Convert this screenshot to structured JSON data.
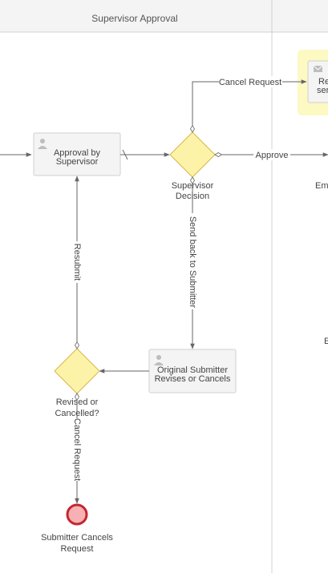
{
  "lanes": {
    "supervisor_title": "Supervisor Approval"
  },
  "tasks": {
    "approval": {
      "line1": "Approval by",
      "line2": "Supervisor"
    },
    "resubmit_task": {
      "line1": "Original Submitter",
      "line2": "Revises or Cancels"
    },
    "notify_partial": {
      "line1": "Re",
      "line2": "ser"
    }
  },
  "gateways": {
    "decision": {
      "line1": "Supervisor",
      "line2": "Decision"
    },
    "revised": {
      "line1": "Revised or",
      "line2": "Cancelled?"
    }
  },
  "events": {
    "end_cancel": {
      "line1": "Submitter Cancels",
      "line2": "Request"
    }
  },
  "flows": {
    "cancel_request_top": "Cancel Request",
    "approve": "Approve",
    "send_back": "Send back to Submitter",
    "resubmit": "Resubmit",
    "cancel_request_bottom": "Cancel Request"
  },
  "partial_text": {
    "em": "Em",
    "e": "E"
  },
  "colors": {
    "lane_header_bg": "#f4f4f4",
    "lane_border": "#d0d0d0",
    "task_fill": "#f4f4f4",
    "task_stroke": "#cfcfcf",
    "gateway_fill": "#fdf3a8",
    "gateway_stroke": "#d6b74a",
    "end_fill": "#f7b1b5",
    "end_stroke": "#c3272f",
    "highlight": "#fdf9c2",
    "edge": "#666666"
  }
}
